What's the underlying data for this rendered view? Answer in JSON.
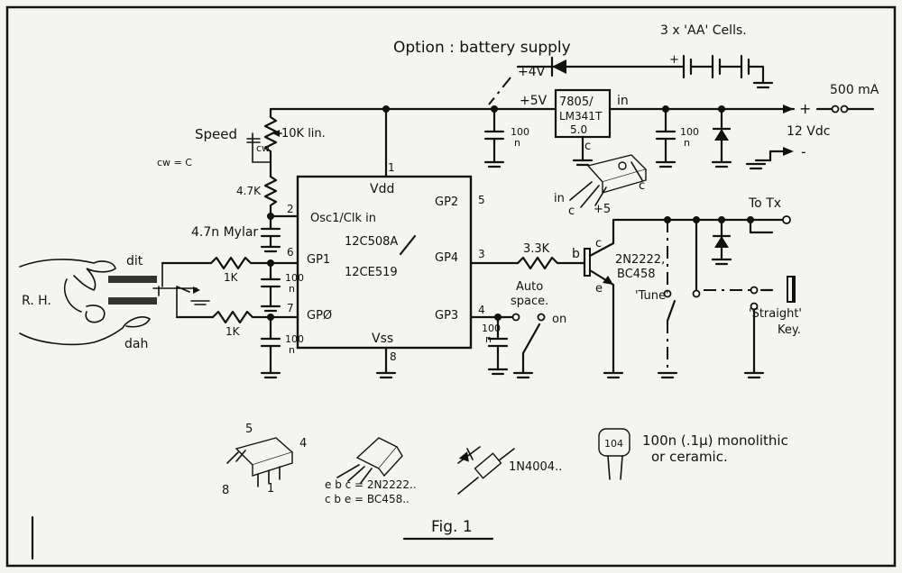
{
  "labels": {
    "option": "Option : battery supply",
    "cells": "3 x 'AA' Cells.",
    "plus4v": "+4V",
    "plus5v": "+5V",
    "reg1": "7805/",
    "reg2": "LM341T",
    "reg3": "5.0",
    "reg_in": "in",
    "reg_c": "c",
    "i500": "500 mA",
    "plus": "+",
    "minus": "-",
    "v12": "12 Vdc",
    "speed": "Speed",
    "ccw": "cw",
    "cw_note": "cw = C",
    "pot": "10K lin.",
    "r47k": "4.7K",
    "c47n": "4.7n Mylar",
    "ic_vdd": "Vdd",
    "ic_vss": "Vss",
    "ic_osc": "Osc1/Clk in",
    "ic_gp1": "GP1",
    "ic_gp0": "GPØ",
    "ic_gp2": "GP2",
    "ic_gp4": "GP4",
    "ic_gp3": "GP3",
    "ic_part1": "12C508A",
    "ic_part2": "12CE519",
    "pin1": "1",
    "pin2": "2",
    "pin3": "3",
    "pin4": "4",
    "pin5": "5",
    "pin6": "6",
    "pin7": "7",
    "pin8": "8",
    "c100": "100",
    "n": "n",
    "r1k": "1K",
    "r33k": "3.3K",
    "dit": "dit",
    "dah": "dah",
    "rh": "R. H.",
    "auto1": "Auto",
    "auto2": "space.",
    "on": "on",
    "tr_b": "b",
    "tr_c": "c",
    "tr_e": "e",
    "tr1": "2N2222,",
    "tr2": "BC458",
    "tune": "'Tune'",
    "totx": "To Tx",
    "straight": "'Straight'",
    "key": "Key.",
    "pkg_in": "in",
    "pkg_c": "c",
    "pkg_5": "+5",
    "pkg_c2": "c",
    "ic_pin5": "5",
    "ic_pin4": "4",
    "ic_pin8": "8",
    "ic_pin1": "1",
    "tr_leg1": "e  b  c = 2N2222..",
    "tr_leg2": "c  b  e = BC458..",
    "diode": "1N4004..",
    "cap_mark": "104",
    "cap1": "100n (.1μ) monolithic",
    "cap2": "or ceramic.",
    "fig": "Fig. 1"
  }
}
